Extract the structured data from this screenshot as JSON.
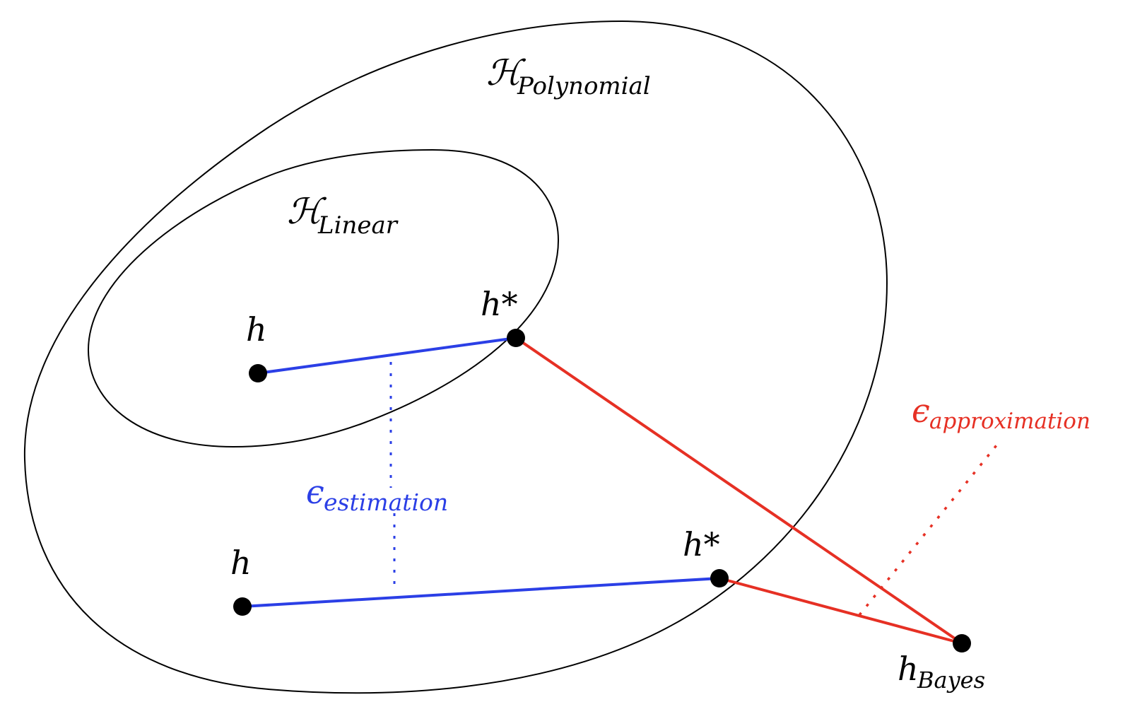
{
  "colors": {
    "outline": "#000000",
    "estimation": "#2b3fe6",
    "approximation": "#e63024",
    "point": "#000000"
  },
  "labels": {
    "polynomial_main": "ℋ",
    "polynomial_sub": "Polynomial",
    "linear_main": "ℋ",
    "linear_sub": "Linear",
    "h_inner": "h",
    "hstar_inner": "h*",
    "h_outer": "h",
    "hstar_outer": "h*",
    "bayes_main": "h",
    "bayes_sub": "Bayes",
    "estimation_main": "ϵ",
    "estimation_sub": "estimation",
    "approximation_main": "ϵ",
    "approximation_sub": "approximation"
  }
}
